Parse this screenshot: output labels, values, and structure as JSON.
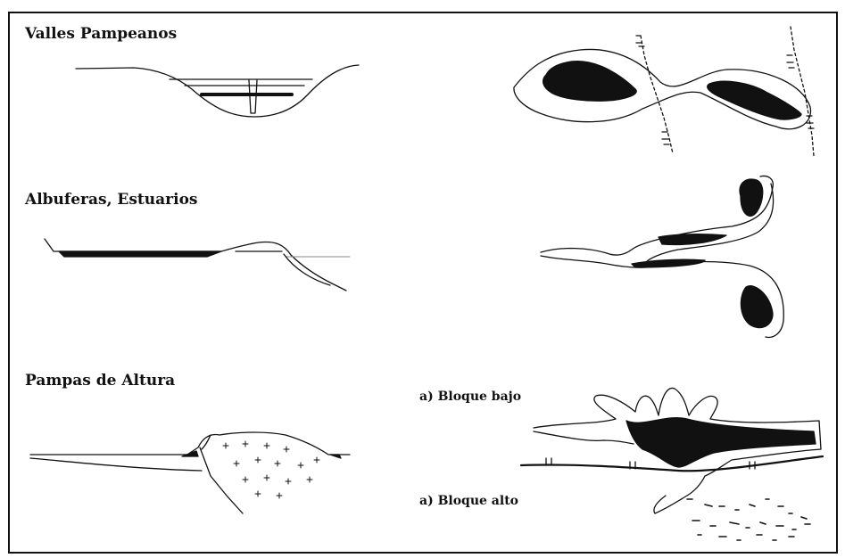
{
  "sections": {
    "valles": {
      "title": "Valles Pampeanos"
    },
    "albuferas": {
      "title": "Albuferas, Estuarios"
    },
    "pampas": {
      "title": "Pampas de Altura"
    }
  },
  "plan_labels": {
    "bloque_bajo": "a) Bloque bajo",
    "bloque_alto": "a) Bloque alto"
  },
  "colors": {
    "ink": "#111111",
    "paper": "#ffffff",
    "frame": "#111111"
  }
}
